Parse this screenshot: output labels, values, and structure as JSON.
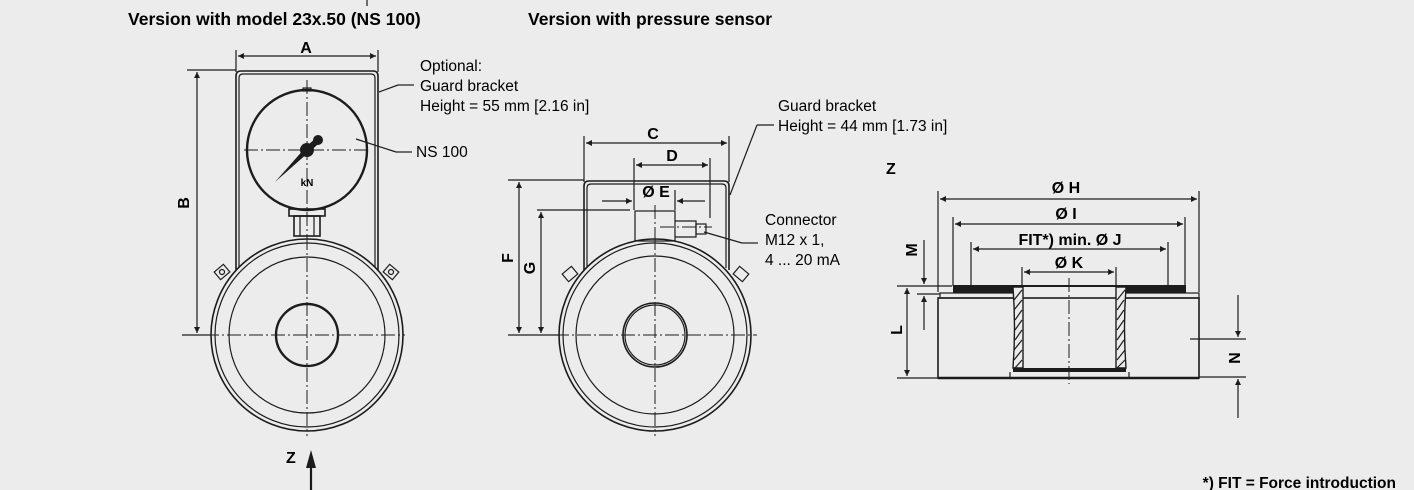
{
  "titles": {
    "left": "Version with model 23x.50 (NS 100)",
    "middle": "Version with pressure sensor"
  },
  "left_view": {
    "dim_A": "A",
    "dim_B": "B",
    "gauge_unit": "kN",
    "callout_bracket": [
      "Optional:",
      "Guard bracket",
      "Height = 55 mm [2.16 in]"
    ],
    "callout_gauge": "NS 100",
    "view_marker": "Z"
  },
  "middle_view": {
    "dim_C": "C",
    "dim_D": "D",
    "dim_E": "Ø E",
    "dim_F": "F",
    "dim_G": "G",
    "callout_bracket": [
      "Guard bracket",
      "Height = 44 mm [1.73 in]"
    ],
    "callout_connector": [
      "Connector",
      "M12 x 1,",
      "4 ... 20 mA"
    ]
  },
  "section_view": {
    "view_label": "Z",
    "dim_H": "Ø H",
    "dim_I": "Ø I",
    "dim_J": "FIT*) min. Ø J",
    "dim_K": "Ø K",
    "dim_L": "L",
    "dim_M": "M",
    "dim_N": "N"
  },
  "footnote": "*) FIT = Force introduction"
}
